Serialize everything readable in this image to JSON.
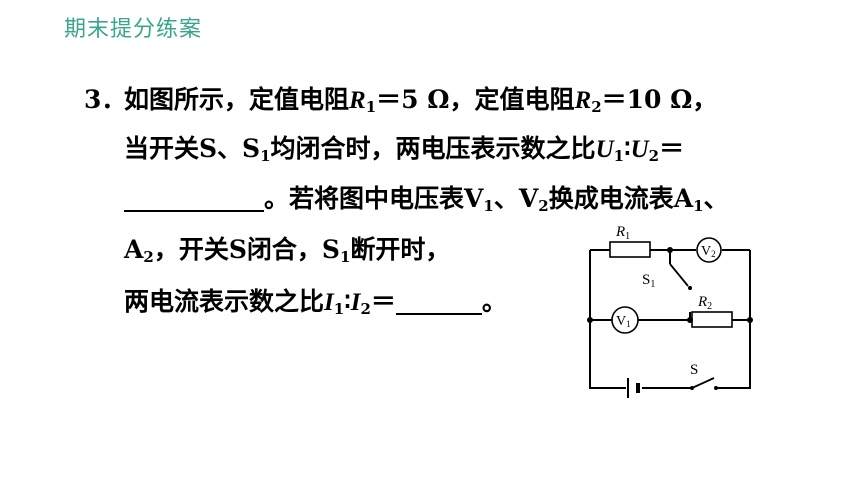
{
  "header": {
    "title": "期末提分练案"
  },
  "question": {
    "number": "3．",
    "l1_a": "如图所示，定值电阻",
    "var_R": "R",
    "sub_1": "1",
    "sub_2": "2",
    "l1_b": "＝5 Ω，定值电阻",
    "l1_c": "＝10 Ω，",
    "l2_a": "当开关S、S",
    "l2_b": "均闭合时，两电压表示数之比",
    "var_U": "U",
    "ratio_sep": "∶",
    "equals": "＝",
    "l3_a": "。若将图中电压表V",
    "l3_b": "、V",
    "l3_c": "换成电流表A",
    "l3_d": "、",
    "l4_a": "A",
    "l4_b": "，开关S闭合，S",
    "l4_c": "断开时，",
    "l5_a": "两电流表示数之比",
    "var_I": "I",
    "l5_end": "。"
  },
  "circuit": {
    "R1": "R",
    "R1_sub": "1",
    "R2": "R",
    "R2_sub": "2",
    "V1": "V",
    "V1_sub": "1",
    "V2": "V",
    "V2_sub": "2",
    "S1": "S",
    "S1_sub": "1",
    "S": "S"
  }
}
